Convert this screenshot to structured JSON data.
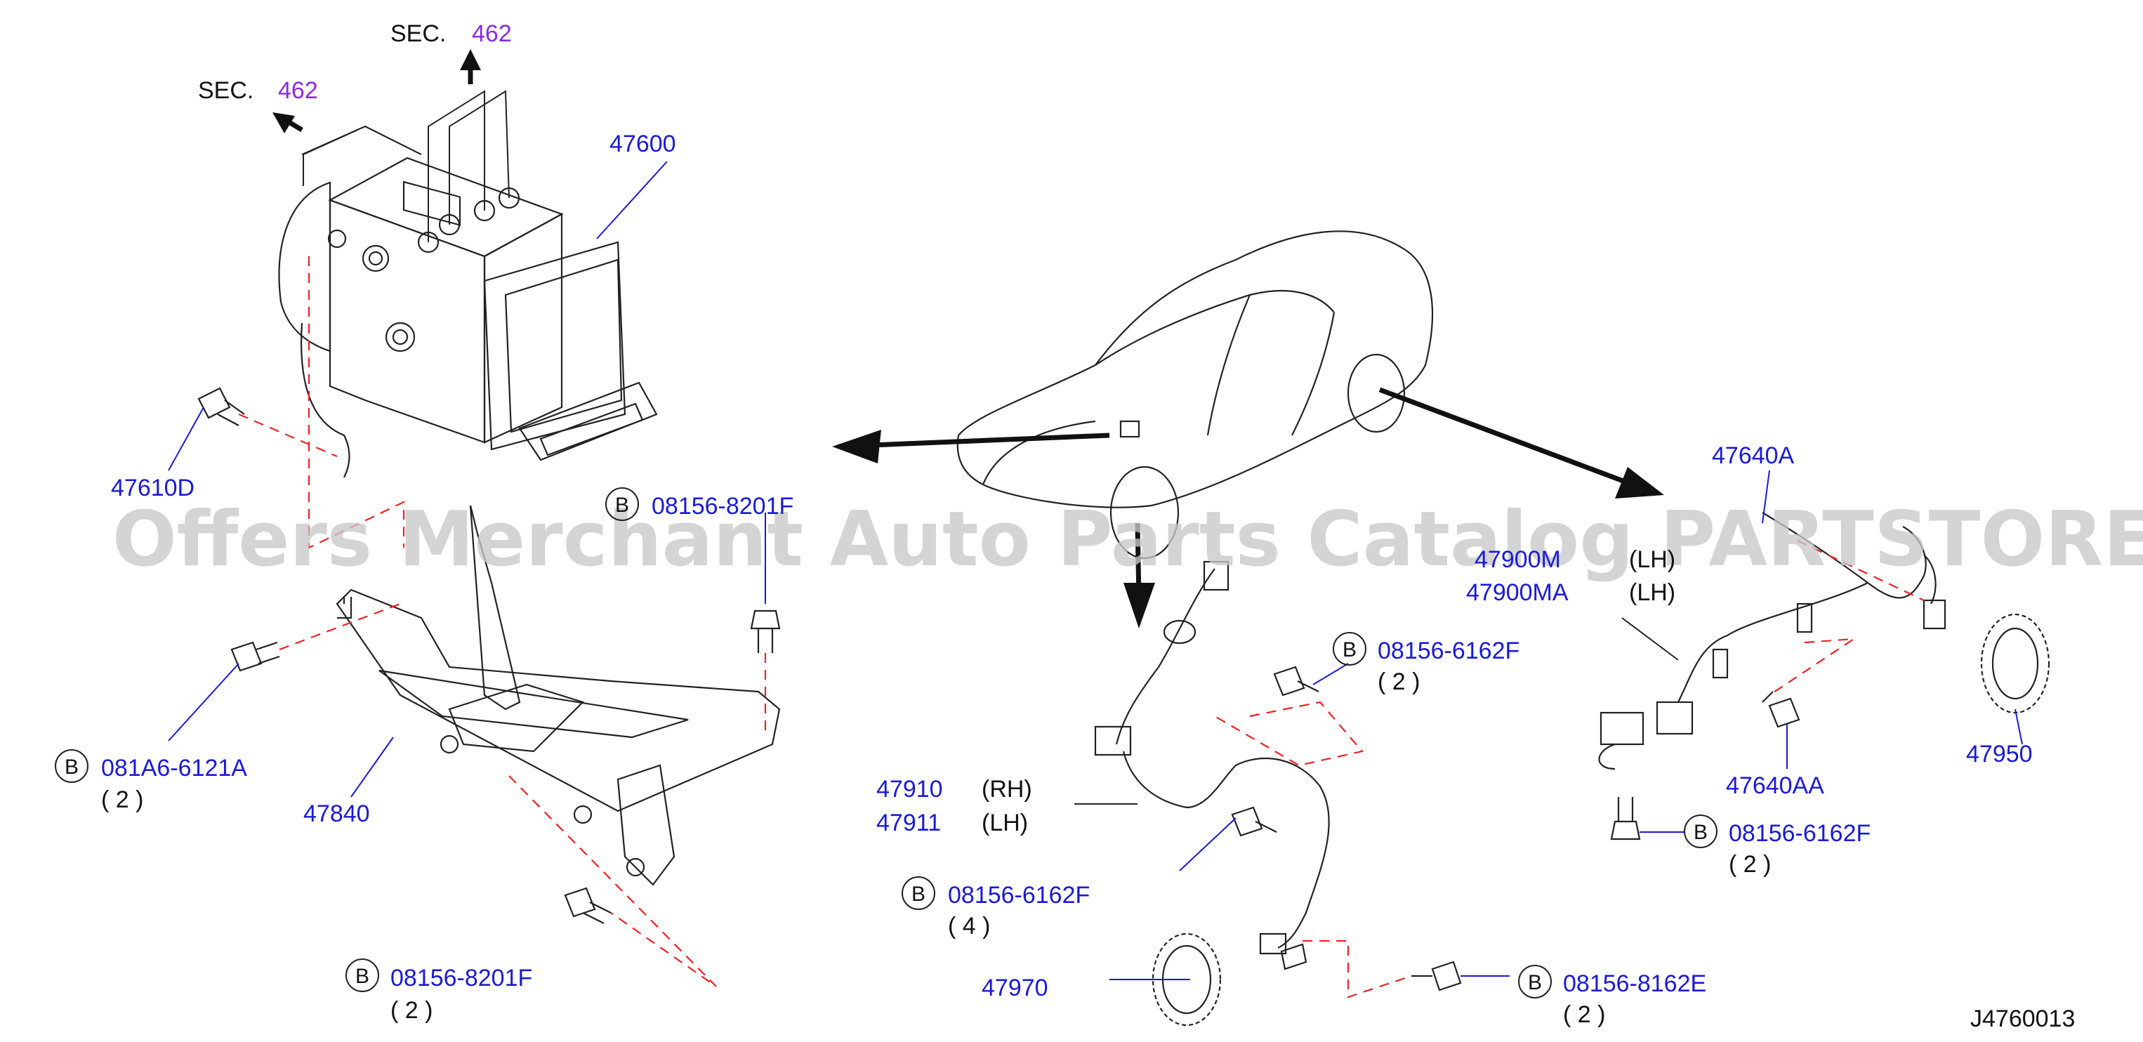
{
  "diagram_code": "J4760013",
  "watermark": "Offers Merchant Auto Parts Catalog PARTSTORE.SA",
  "colors": {
    "part_number": "#1a1ad6",
    "section_number": "#8a2be2",
    "dashed_line": "#e22222",
    "outline": "#222222"
  },
  "section_refs": [
    {
      "prefix": "SEC.",
      "number": "462"
    },
    {
      "prefix": "SEC.",
      "number": "462"
    }
  ],
  "callouts": {
    "actuator": "47600",
    "actuator_bolt": "47610D",
    "bracket": "47840",
    "bracket_bolt_side": {
      "marker": "B",
      "part": "081A6-6121A",
      "qty": "( 2 )"
    },
    "bracket_bolt_top": {
      "marker": "B",
      "part": "08156-8201F"
    },
    "bracket_bolt_bottom": {
      "marker": "B",
      "part": "08156-8201F",
      "qty": "( 2 )"
    },
    "front_sensor_rh": {
      "part": "47910",
      "side": "(RH)"
    },
    "front_sensor_lh": {
      "part": "47911",
      "side": "(LH)"
    },
    "front_sensor_bolt_top": {
      "marker": "B",
      "part": "08156-6162F",
      "qty": "( 2 )"
    },
    "front_sensor_bolt_mid": {
      "marker": "B",
      "part": "08156-6162F",
      "qty": "( 4 )"
    },
    "front_sensor_bolt_low": {
      "marker": "B",
      "part": "08156-8162E",
      "qty": "( 2 )"
    },
    "front_rotor": "47970",
    "rear_harness_rh": {
      "part": "47900M",
      "side": "(LH)"
    },
    "rear_harness_lh": {
      "part": "47900MA",
      "side": "(LH)"
    },
    "rear_sensor": "47640A",
    "rear_sensor_alt": "47640AA",
    "rear_rotor": "47950",
    "rear_bolt": {
      "marker": "B",
      "part": "08156-6162F",
      "qty": "( 2 )"
    }
  }
}
